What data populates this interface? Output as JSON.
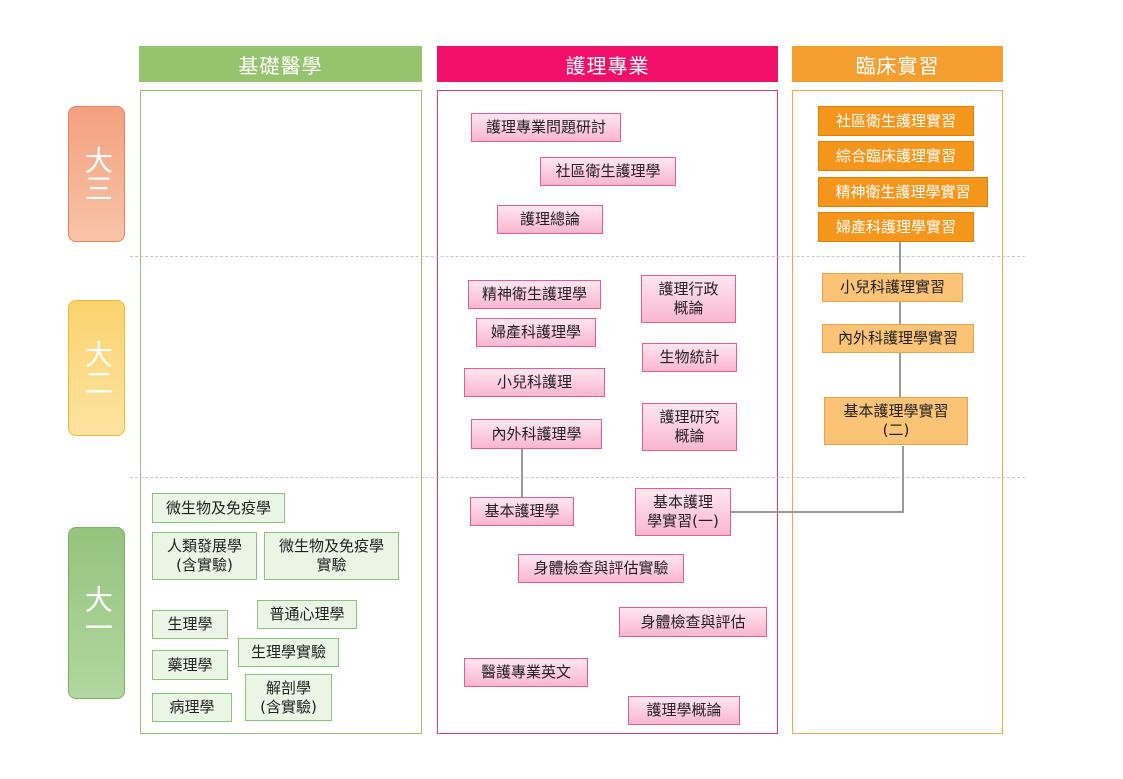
{
  "columns": {
    "basic": {
      "title": "基礎醫學",
      "color": "#96c46e"
    },
    "nursing": {
      "title": "護理專業",
      "color": "#f0106a"
    },
    "clinical": {
      "title": "臨床實習",
      "color": "#f59e30"
    }
  },
  "years": {
    "year3": "大三",
    "year2": "大二",
    "year1": "大一"
  },
  "basic_courses": [
    "微生物及免疫學",
    "人類發展學\n(含實驗)",
    "微生物及免疫學\n實驗",
    "普通心理學",
    "生理學",
    "生理學實驗",
    "藥理學",
    "解剖學\n(含實驗)",
    "病理學"
  ],
  "nursing_courses": [
    "護理專業問題研討",
    "社區衛生護理學",
    "護理總論",
    "精神衛生護理學",
    "護理行政\n概論",
    "婦產科護理學",
    "生物統計",
    "小兒科護理",
    "護理研究\n概論",
    "內外科護理學",
    "基本護理學",
    "基本護理\n學實習(一)",
    "身體檢查與評估實驗",
    "身體檢查與評估",
    "醫護專業英文",
    "護理學概論"
  ],
  "clinical_courses": [
    "社區衛生護理實習",
    "綜合臨床護理實習",
    "精神衛生護理學實習",
    "婦產科護理學實習",
    "小兒科護理實習",
    "內外科護理學實習",
    "基本護理學實習\n(二)"
  ]
}
